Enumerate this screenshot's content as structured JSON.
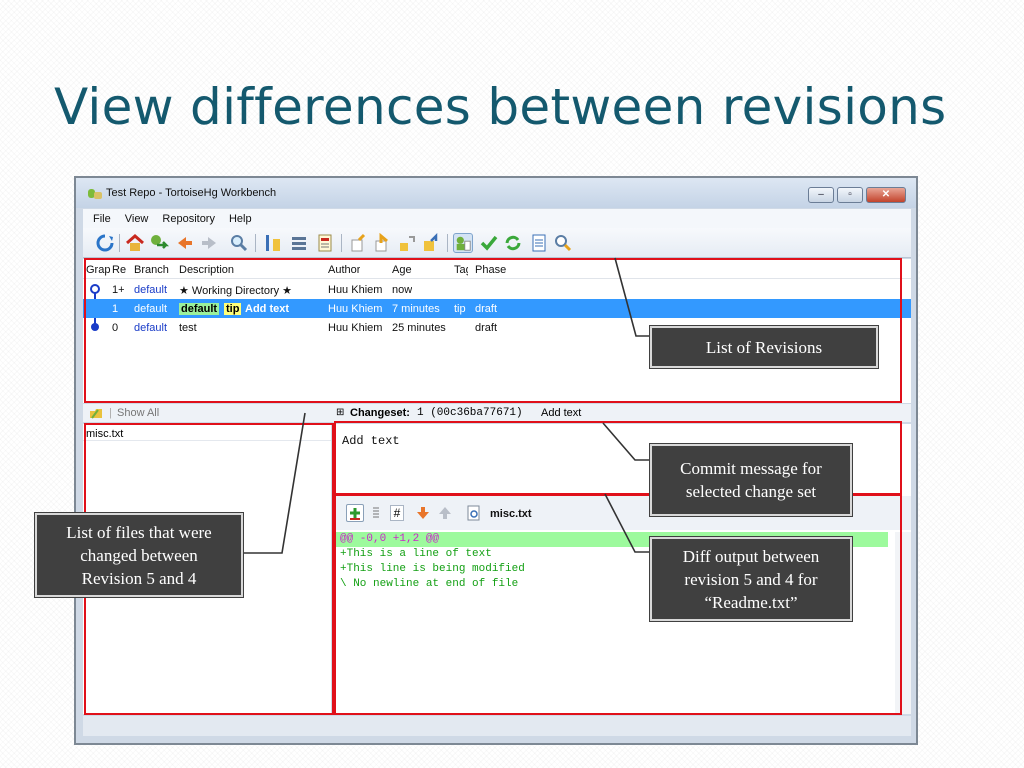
{
  "slide": {
    "title": "View differences between revisions"
  },
  "window": {
    "title": "Test Repo - TortoiseHg Workbench",
    "controls": {
      "minimize": "–",
      "maximize": "▫",
      "close": "✕"
    }
  },
  "menu": [
    {
      "label": "File"
    },
    {
      "label": "View"
    },
    {
      "label": "Repository"
    },
    {
      "label": "Help"
    }
  ],
  "revisions": {
    "columns": [
      "Grap",
      "Rev",
      "Branch",
      "Description",
      "Author",
      "Age",
      "Tag",
      "Phase"
    ],
    "rows": [
      {
        "rev": "1+",
        "branch": "default",
        "description": "★ Working Directory ★",
        "author": "Huu Khiem",
        "age": "now",
        "tag": "",
        "phase": ""
      },
      {
        "rev": "1",
        "branch": "default",
        "tag_branch": "default",
        "tag_tip": "tip",
        "description": "Add text",
        "author": "Huu Khiem",
        "age": "7 minutes",
        "tag": "tip",
        "phase": "draft"
      },
      {
        "rev": "0",
        "branch": "default",
        "description": "test",
        "author": "Huu Khiem",
        "age": "25 minutes",
        "tag": "",
        "phase": "draft"
      }
    ]
  },
  "filter": {
    "show_all": "Show All"
  },
  "changeset": {
    "prefix": "⊞",
    "label": "Changeset:",
    "value": "1 (00c36ba77671)",
    "summary": "Add text"
  },
  "files": {
    "items": [
      "misc.txt"
    ]
  },
  "commit_message": "Add text",
  "diff": {
    "file": "misc.txt",
    "lines": [
      "@@ -0,0 +1,2 @@",
      "+This is a line of text",
      "+This line is being modified",
      "\\ No newline at end of file"
    ]
  },
  "callouts": {
    "revisions": "List of Revisions",
    "commit": [
      "Commit message for",
      "selected change set"
    ],
    "files": [
      "List of files that were",
      "changed between",
      "Revision 5 and 4"
    ],
    "diff": [
      "Diff output between",
      "revision 5 and 4 for",
      "“Readme.txt”"
    ]
  },
  "colors": {
    "highlight": "#e0101a",
    "selection": "#3399ff",
    "title": "#14596e",
    "callout_bg": "#404040"
  }
}
